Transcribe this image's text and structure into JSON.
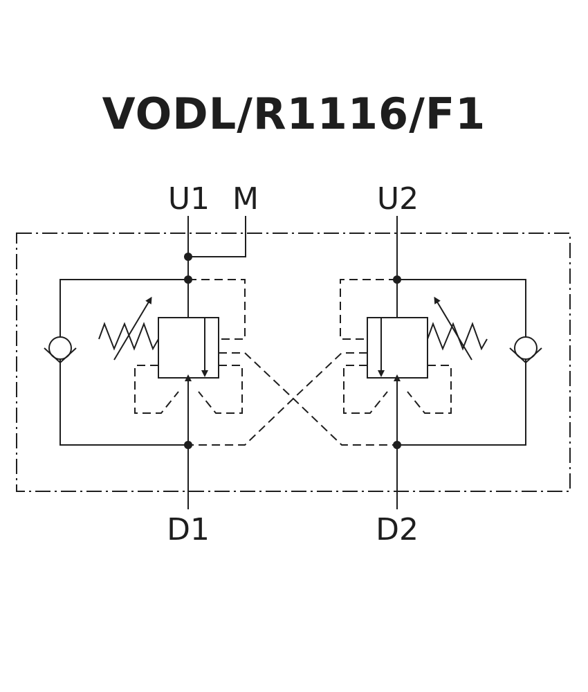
{
  "title": "VODL/R1116/F1",
  "ports": {
    "u1": "U1",
    "m": "M",
    "u2": "U2",
    "d1": "D1",
    "d2": "D2"
  },
  "colors": {
    "line": "#1e1e1e",
    "background": "#ffffff"
  }
}
